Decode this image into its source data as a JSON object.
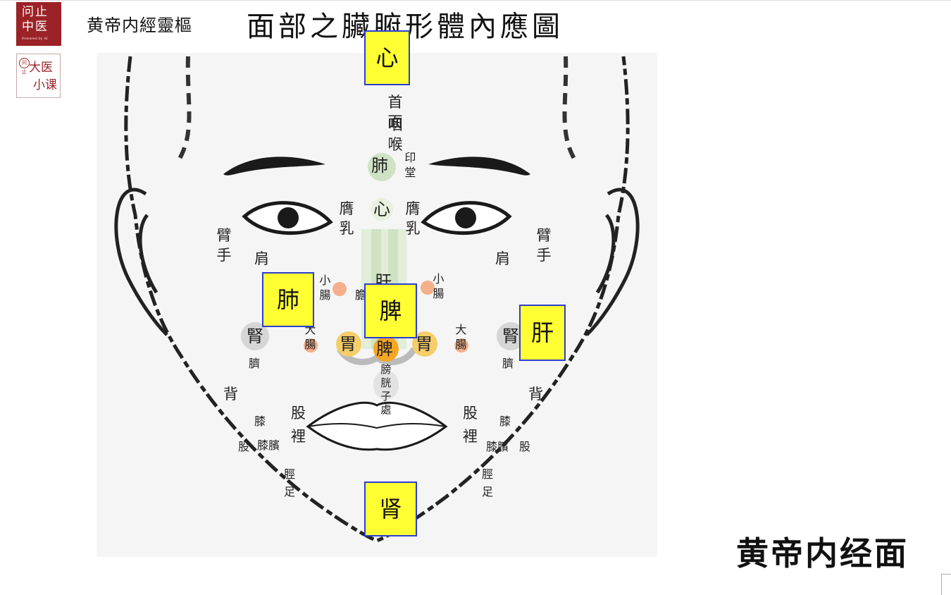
{
  "logos": {
    "brand": {
      "line1": "问止",
      "line2": "中医",
      "tagline": "Powered by AI"
    },
    "course": {
      "seal": "问止",
      "line1": "大医",
      "line2": "小课"
    }
  },
  "header": {
    "app_title": "黄帝内經靈樞",
    "page_title": "面部之臟腑形體內應圖"
  },
  "caption": "黄帝内经面",
  "highlight_boxes": {
    "heart": "心",
    "lung": "肺",
    "spleen": "脾",
    "liver": "肝",
    "kidney": "肾"
  },
  "face_labels": {
    "head_face": "首面",
    "throat": "咽喉",
    "lung_center": "肺",
    "yintang": "印堂",
    "heart_center": "心",
    "breast_left": "膺乳",
    "breast_right": "膺乳",
    "liver_center": "肝",
    "gallbladder": "膽",
    "spleen_center": "脾",
    "stomach_left": "胃",
    "stomach_right": "胃",
    "bladder_uterus": "膀胱子處",
    "arm_hand_left": "臂手",
    "shoulder_left": "肩",
    "arm_hand_right": "臂手",
    "shoulder_right": "肩",
    "small_intestine_left": "小腸",
    "small_intestine_right": "小腸",
    "large_intestine_left": "大腸",
    "large_intestine_right": "大腸",
    "kidney_left": "腎",
    "kidney_right": "腎",
    "navel_left": "臍",
    "navel_right": "臍",
    "back_left": "背",
    "back_right": "背",
    "thigh_left": "股",
    "thigh_right": "股",
    "inner_thigh_left": "裡",
    "inner_thigh_right": "裡",
    "knee_left": "膝",
    "knee_right": "膝",
    "thigh2_left": "股",
    "thigh2_right": "股",
    "kneecap_left": "膝臏",
    "kneecap_right": "膝臏",
    "shin_left": "脛",
    "shin_right": "脛",
    "foot_left": "足",
    "foot_right": "足"
  },
  "colors": {
    "highlight_fill": "#ffff33",
    "highlight_border": "#2b3fd0",
    "brand_red": "#9b2226",
    "dot_peach": "#f3b08a",
    "dot_orange": "#f5a623",
    "circle_green": "#cfe3c4",
    "circle_grey": "#d6d6d6"
  }
}
